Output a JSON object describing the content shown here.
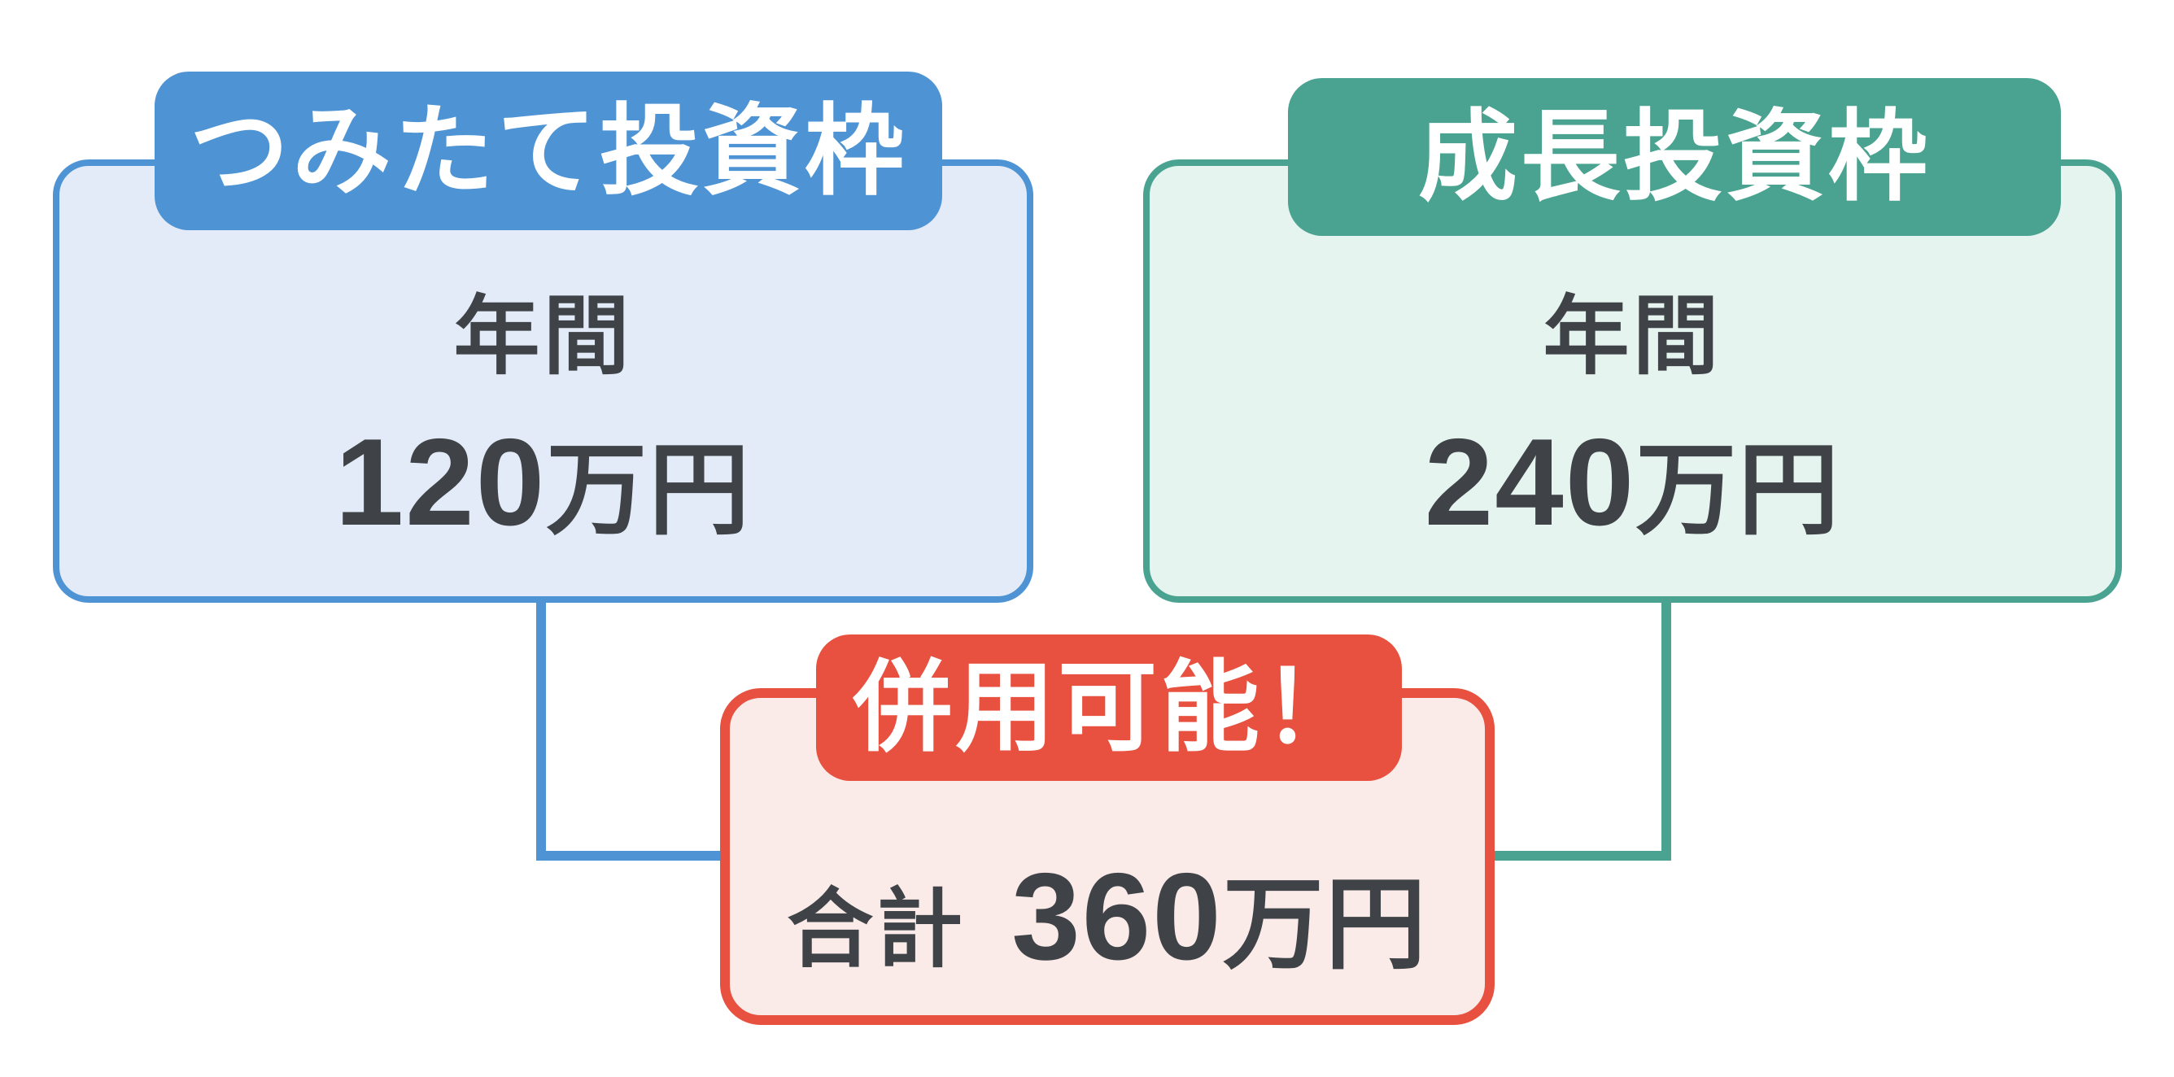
{
  "diagram": {
    "colors": {
      "blue": "#4E94D4",
      "blue_light": "#E2EBF7",
      "green": "#4AA391",
      "green_light": "#E6F4F0",
      "red": "#E8503F",
      "red_light": "#FAEAE8",
      "text_dark": "#3F4347",
      "white": "#FFFFFF"
    },
    "boxes": {
      "tsumitate": {
        "header": "つみたて投資枠",
        "line1": "年間",
        "amount": "120",
        "unit": "万円"
      },
      "growth": {
        "header": "成長投資枠",
        "line1": "年間",
        "amount": "240",
        "unit": "万円"
      },
      "combined": {
        "header": "併用可能！",
        "label": "合計",
        "amount": "360",
        "unit": "万円"
      }
    }
  }
}
